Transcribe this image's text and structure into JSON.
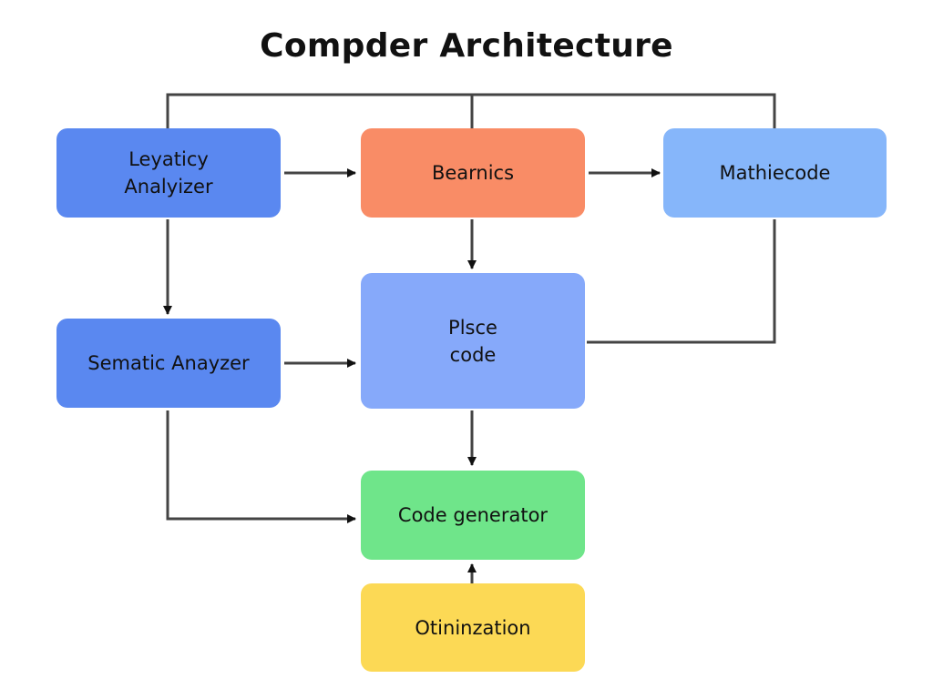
{
  "diagram": {
    "title": "Compder Architecture",
    "nodes": {
      "lexical": {
        "label": "Leyaticy\nAnalyizer",
        "color": "#5a88f0"
      },
      "semantic": {
        "label": "Sematic Anayzer",
        "color": "#5a88f0"
      },
      "beamics": {
        "label": "Bearnics",
        "color": "#f98c66"
      },
      "machine": {
        "label": "Mathiecode",
        "color": "#86b6fa"
      },
      "place": {
        "label": "Plsce\ncode",
        "color": "#86a9fa"
      },
      "codegen": {
        "label": "Code generator",
        "color": "#6fe58a"
      },
      "optim": {
        "label": "Otininzation",
        "color": "#fcd955"
      }
    },
    "edges": [
      {
        "from": "lexical",
        "to": "beamics",
        "arrow": true
      },
      {
        "from": "beamics",
        "to": "machine",
        "arrow": true
      },
      {
        "from": "lexical",
        "to": "semantic",
        "arrow": true
      },
      {
        "from": "beamics",
        "to": "place",
        "arrow": true
      },
      {
        "from": "semantic",
        "to": "place",
        "arrow": true
      },
      {
        "from": "place",
        "to": "codegen",
        "arrow": true
      },
      {
        "from": "semantic",
        "to": "codegen",
        "arrow": true
      },
      {
        "from": "optim",
        "to": "codegen",
        "arrow": true
      },
      {
        "from": "machine",
        "to": "place",
        "arrow": false
      },
      {
        "from": "lexical",
        "to": "machine",
        "arrow": false,
        "route": "top-bus"
      },
      {
        "from": "beamics",
        "to": "top-bus",
        "arrow": false
      }
    ],
    "line_color": "#444444",
    "arrow_color": "#111111"
  }
}
